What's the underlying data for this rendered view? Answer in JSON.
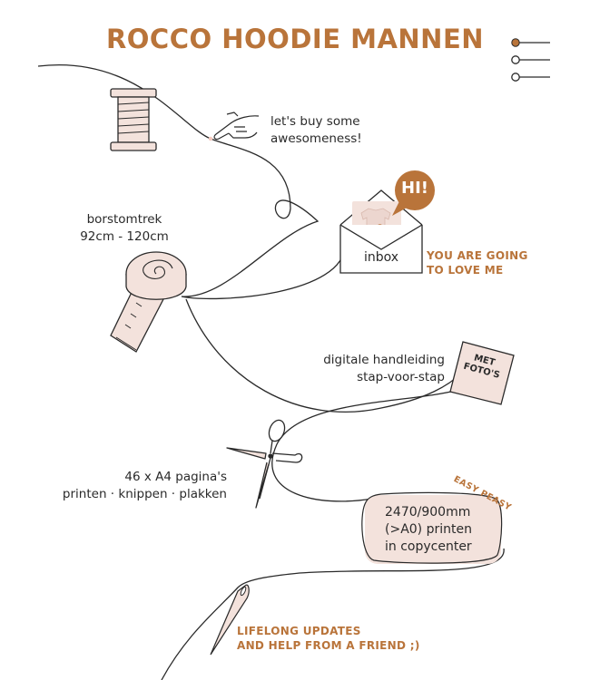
{
  "title": "ROCCO HOODIE MANNEN",
  "colors": {
    "accent": "#b9743a",
    "blush": "#f3e2dc",
    "ink": "#2a2a2a"
  },
  "icons": [
    "thread-spool-icon",
    "pointing-hand-icon",
    "envelope-icon",
    "hi-speech-bubble-icon",
    "measuring-tape-icon",
    "photo-tag-icon",
    "scissors-icon",
    "sewing-needle-icon",
    "menu-sliders-icon"
  ],
  "steps": {
    "buy": {
      "line1": "let's buy some",
      "line2": "awesomeness!"
    },
    "bubble": {
      "text": "HI!"
    },
    "inbox": {
      "label": "inbox",
      "note_line1": "YOU ARE GOING",
      "note_line2": "TO LOVE ME"
    },
    "size": {
      "line1": "borstomtrek",
      "line2": "92cm - 120cm"
    },
    "manual": {
      "line1": "digitale handleiding",
      "line2": "stap-voor-stap",
      "tag_line1": "MET",
      "tag_line2": "FOTO'S"
    },
    "pages": {
      "line1": "46 x A4 pagina's",
      "line2": "printen · knippen · plakken"
    },
    "print": {
      "line1": "2470/900mm",
      "line2": "(>A0) printen",
      "line3": "in copycenter",
      "stamp": "EASY PEASY"
    },
    "updates": {
      "line1": "LIFELONG UPDATES",
      "line2": "AND HELP FROM A FRIEND ;)"
    }
  }
}
